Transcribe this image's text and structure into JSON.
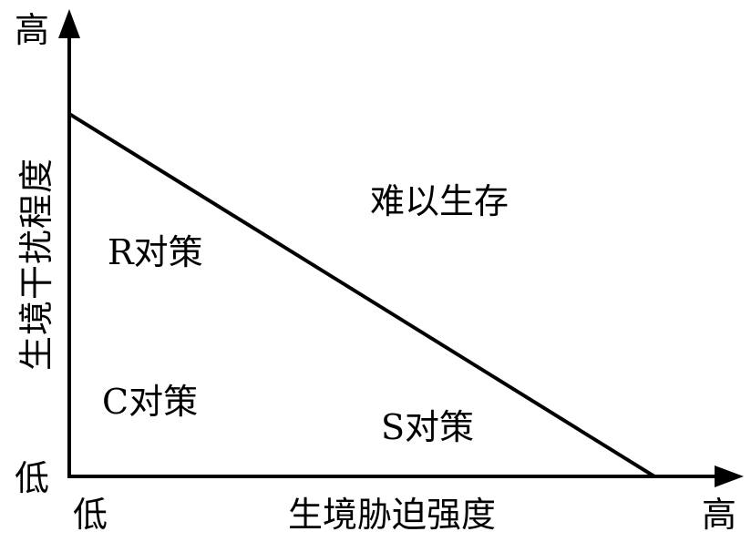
{
  "diagram": {
    "y_axis": {
      "label": "生境干扰程度",
      "high": "高",
      "low": "低"
    },
    "x_axis": {
      "label": "生境胁迫强度",
      "low": "低",
      "high": "高"
    },
    "regions": {
      "uninhabitable": "难以生存",
      "r_strategy": "R对策",
      "c_strategy": "C对策",
      "s_strategy": "S对策"
    },
    "colors": {
      "ink": "#000000",
      "background": "#ffffff"
    }
  }
}
